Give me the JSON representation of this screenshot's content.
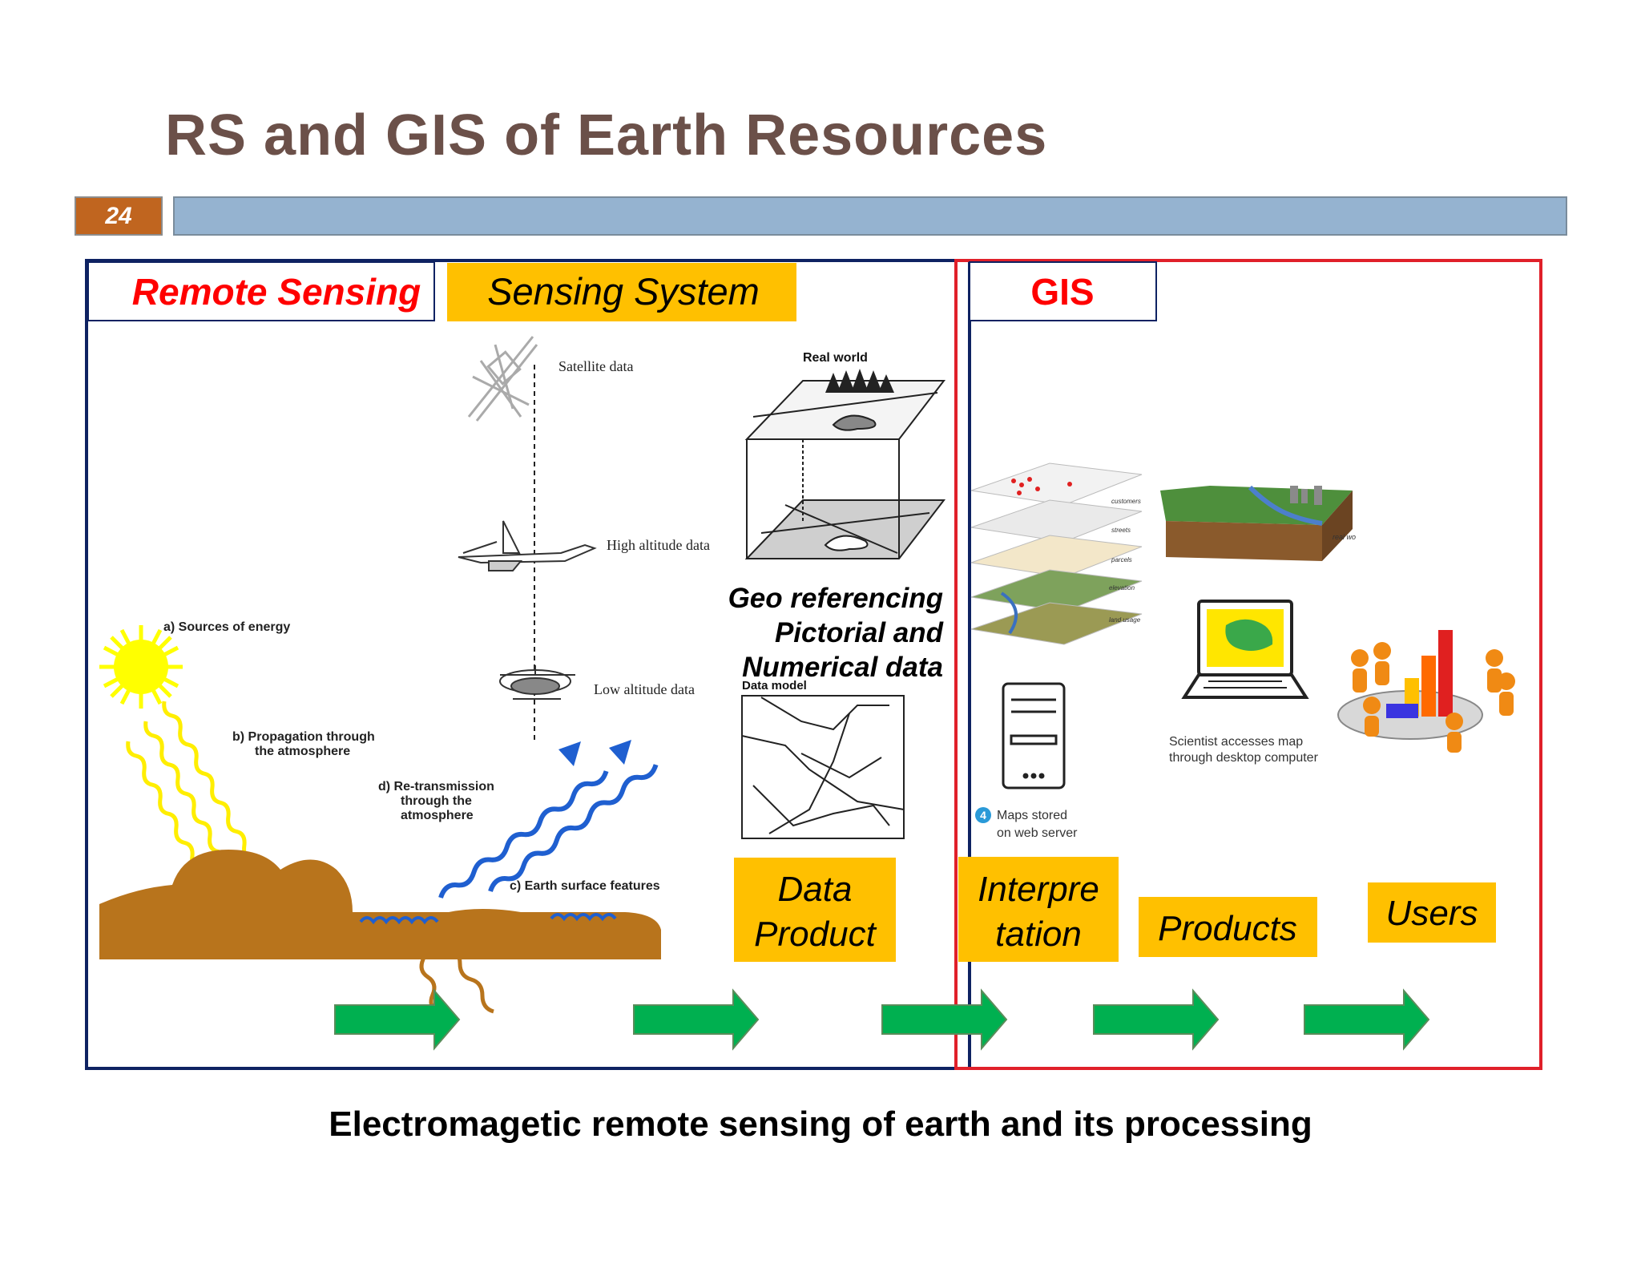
{
  "slide": {
    "title": "RS and GIS of Earth Resources",
    "page_number": "24",
    "caption": "Electromagetic remote sensing of earth and its processing"
  },
  "colors": {
    "title": "#6b5049",
    "header_bar": "#95b3d0",
    "page_box": "#c0651f",
    "rs_border": "#0e2262",
    "gis_border": "#e0202a",
    "label_fill": "#ffc000",
    "arrow": "#00b050",
    "sun": "#ffff00",
    "ground": "#b8741c",
    "wave_up": "#1f5fd0"
  },
  "labels": {
    "remote_sensing": "Remote Sensing",
    "sensing_system": "Sensing System",
    "gis": "GIS",
    "geo_referencing": [
      "Geo referencing",
      "Pictorial and",
      "Numerical data"
    ],
    "data_product": [
      "Data",
      "Product"
    ],
    "interpretation": [
      "Interpre",
      "tation"
    ],
    "products": "Products",
    "users": "Users"
  },
  "remote_sensing_figure": {
    "sources": "a) Sources of energy",
    "propagation": [
      "b) Propagation through",
      "the atmosphere"
    ],
    "retransmission": [
      "d) Re-transmission",
      "through the",
      "atmosphere"
    ],
    "earth_surface": "c) Earth surface features"
  },
  "sensing_system_figure": {
    "satellite": "Satellite data",
    "high_altitude": "High altitude data",
    "low_altitude": "Low altitude data"
  },
  "data_figure": {
    "real_world": "Real world",
    "data_model": "Data model"
  },
  "gis_figure": {
    "layers": [
      "customers",
      "streets",
      "parcels",
      "elevation",
      "land usage"
    ],
    "real_world_cut": "real wo",
    "server_number": "4",
    "server_caption": [
      "Maps stored",
      "on web server"
    ],
    "laptop_caption": [
      "Scientist accesses map",
      "through desktop computer"
    ]
  }
}
